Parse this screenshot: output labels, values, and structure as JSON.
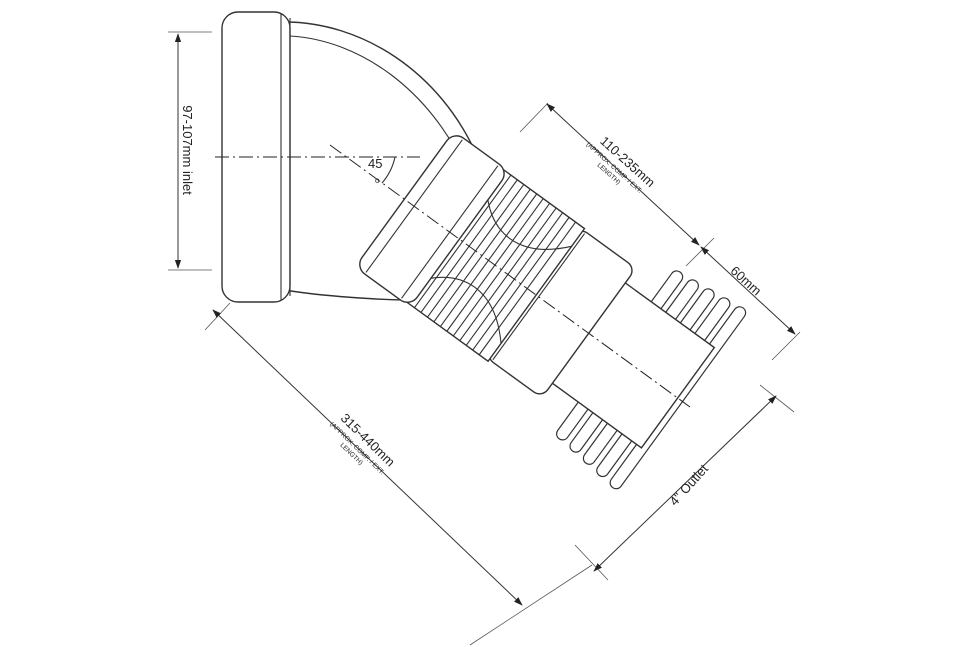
{
  "labels": {
    "inlet": "97-107mm inlet",
    "angle": "45",
    "degree_mark": "o",
    "comp_length": "110-235mm",
    "comp_note_1": "(APPROX. COMP. / EXT.",
    "comp_note_2": "LENGTH)",
    "spigot": "60mm",
    "overall_length": "315-440mm",
    "overall_note_1": "(APPROX. COMP. / EXT.",
    "overall_note_2": "LENGTH)",
    "outlet": "4\" Outlet"
  },
  "colors": {
    "line": "#333333",
    "background": "#ffffff"
  }
}
